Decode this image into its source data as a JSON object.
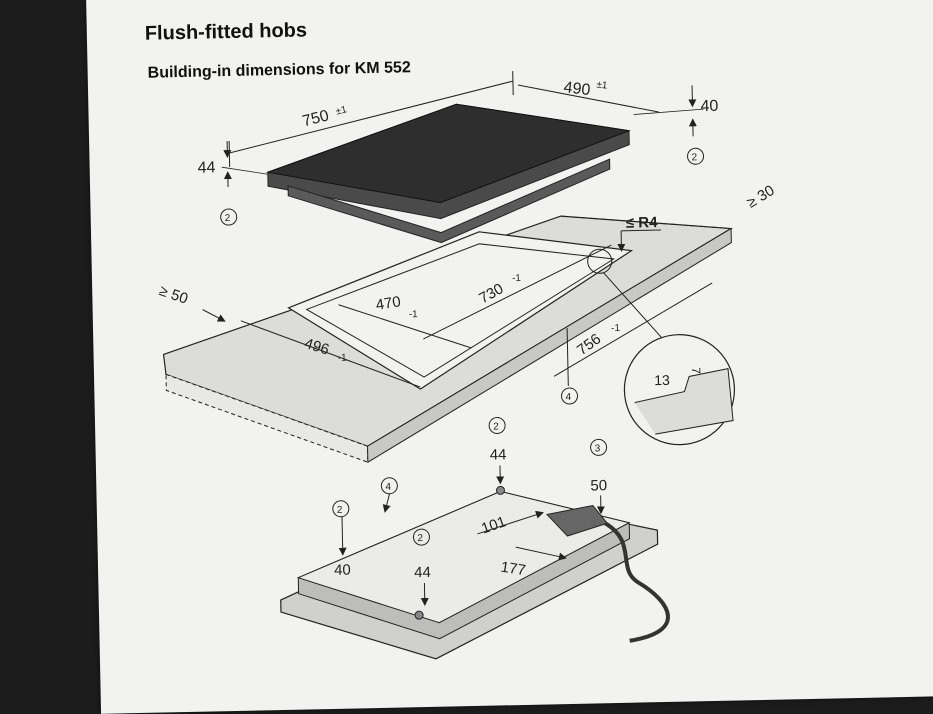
{
  "header": {
    "title": "Flush-fitted hobs",
    "subtitle": "Building-in dimensions for KM 552"
  },
  "dimensions": {
    "hob_length": "750",
    "hob_length_tol": "±1",
    "hob_width": "490",
    "hob_width_tol": "±1",
    "hob_height": "44",
    "hob_side_height": "40",
    "edge_clearance_rear": "≥ 30",
    "corner_radius": "≤ R4",
    "edge_clearance_front": "≥ 50",
    "inner_cutout_width": "470",
    "inner_cutout_width_tol": "-1",
    "inner_cutout_length": "730",
    "inner_cutout_length_tol": "-1",
    "outer_cutout_width": "496",
    "outer_cutout_width_tol": "-1",
    "outer_cutout_length": "756",
    "outer_cutout_length_tol": "-1",
    "rebate_width": "13",
    "rebate_depth": "7",
    "spacer_height_a": "44",
    "spacer_height_b": "40",
    "spacer_height_c": "44",
    "box_height": "50",
    "box_offset": "101",
    "box_distance": "177"
  },
  "callouts": {
    "c2": "2",
    "c3": "3",
    "c4": "4"
  }
}
